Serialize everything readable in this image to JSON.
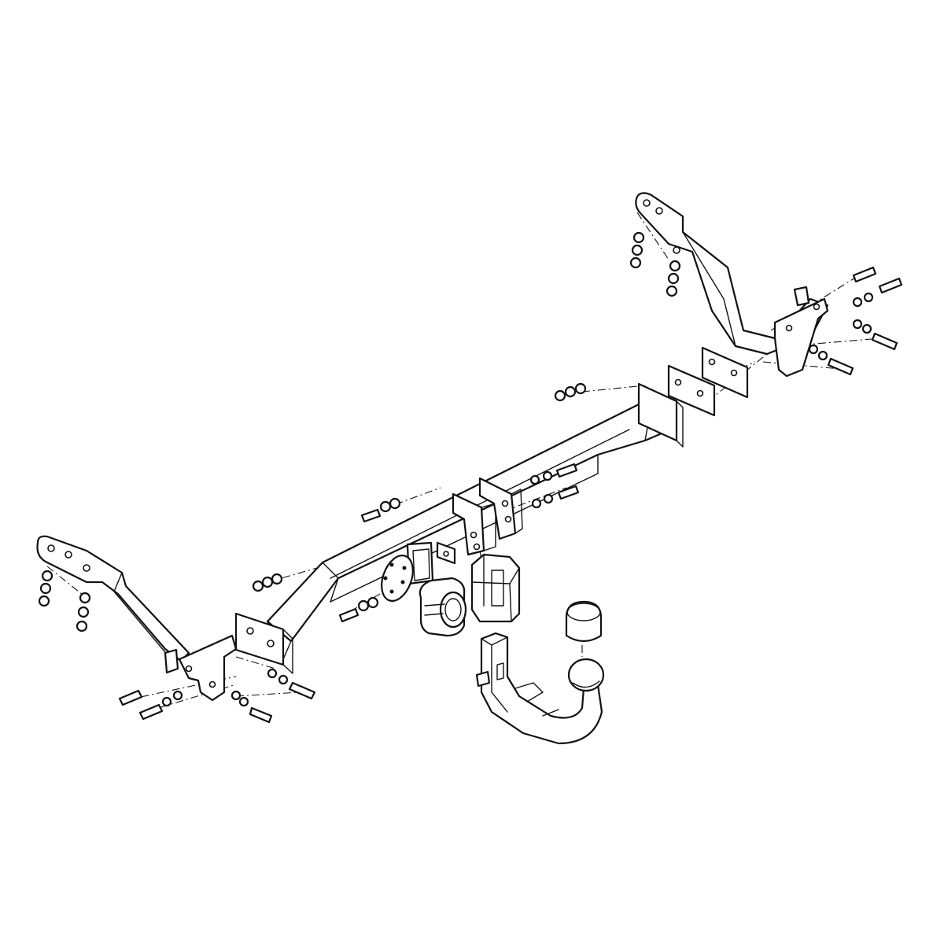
{
  "diagram": {
    "subject": "tow-bar-exploded-assembly",
    "line_color": "#111111",
    "background_color": "#ffffff",
    "parts": [
      "left-side-bracket",
      "right-side-bracket",
      "main-crossbar",
      "left-end-mounting-plate",
      "right-end-mounting-plate",
      "right-spacer-plates",
      "center-mounting-brackets",
      "socket-mounting-plate",
      "electrical-socket",
      "receiver-housing",
      "detachable-tow-hook",
      "tow-ball",
      "tow-ball-cap",
      "fastener-sets"
    ]
  }
}
